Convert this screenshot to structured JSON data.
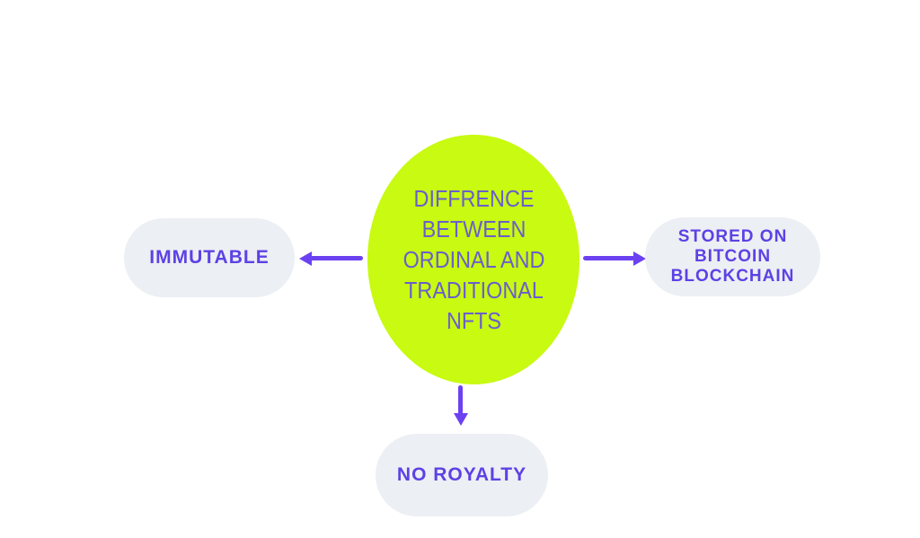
{
  "diagram": {
    "center": {
      "label": "DIFFRENCE BETWEEN ORDINAL AND TRADITIONAL NFTS"
    },
    "nodes": [
      {
        "id": "immutable",
        "label": "IMMUTABLE",
        "position": "left"
      },
      {
        "id": "stored-on-bitcoin-blockchain",
        "label": "STORED ON BITCOIN BLOCKCHAIN",
        "position": "right"
      },
      {
        "id": "no-royalty",
        "label": "NO ROYALTY",
        "position": "bottom"
      }
    ],
    "connectors": [
      {
        "from": "center",
        "to": "immutable",
        "direction": "left"
      },
      {
        "from": "center",
        "to": "stored-on-bitcoin-blockchain",
        "direction": "right"
      },
      {
        "from": "center",
        "to": "no-royalty",
        "direction": "down"
      }
    ],
    "colors": {
      "background": "#ffffff",
      "ellipse_fill": "#c8fa12",
      "ellipse_text": "#6b5ecb",
      "node_fill": "#eceff3",
      "node_text": "#5d41e5",
      "arrow": "#6c41f1"
    }
  }
}
